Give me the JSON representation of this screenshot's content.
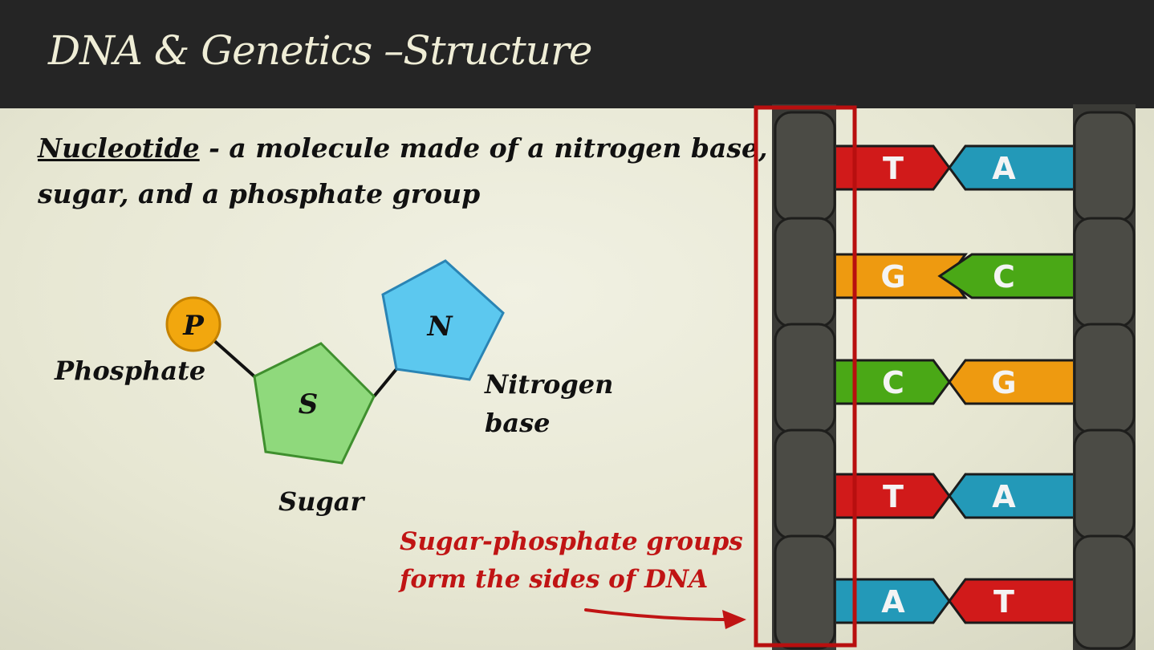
{
  "title": "DNA & Genetics –Structure",
  "definition": {
    "term": "Nucleotide",
    "rest_line1": " - a molecule made of a nitrogen base, a",
    "line2": "sugar, and a phosphate group"
  },
  "diagram": {
    "phosphate_symbol": "P",
    "sugar_symbol": "S",
    "nitrogen_symbol": "N",
    "label_phosphate": "Phosphate",
    "label_sugar": "Sugar",
    "label_nitrogen_line1": "Nitrogen",
    "label_nitrogen_line2": "base",
    "colors": {
      "phosphate": "#f2a70e",
      "sugar": "#8fd97c",
      "nitrogen": "#5cc8ef"
    }
  },
  "annotation": {
    "line1": "Sugar-phosphate groups",
    "line2": "form the sides of DNA",
    "color": "#c01414"
  },
  "ladder": {
    "pairs": [
      {
        "left": "T",
        "right": "A"
      },
      {
        "left": "G",
        "right": "C"
      },
      {
        "left": "C",
        "right": "G"
      },
      {
        "left": "T",
        "right": "A"
      },
      {
        "left": "A",
        "right": "T"
      }
    ],
    "base_colors": {
      "T": "#d11a1a",
      "A": "#2399b8",
      "G": "#ee9a10",
      "C": "#4aa816"
    },
    "highlight_color": "#b80f0f"
  }
}
